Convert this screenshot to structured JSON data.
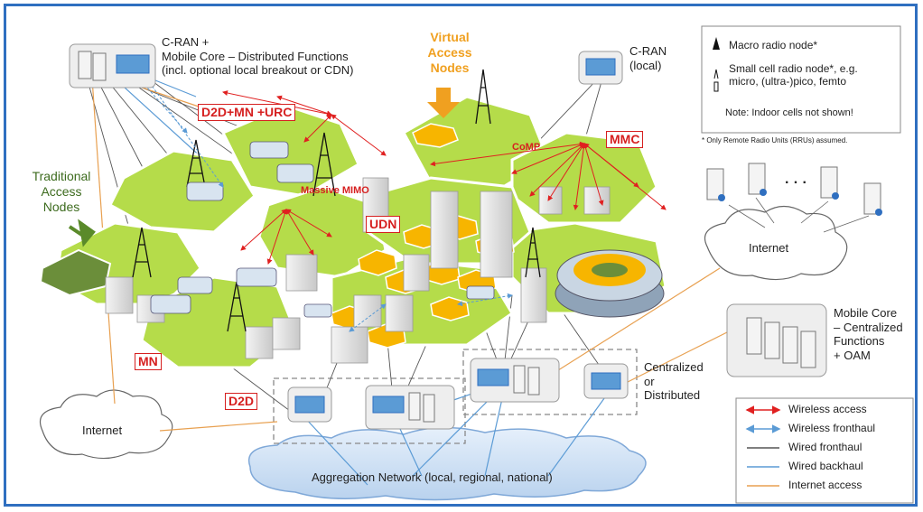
{
  "labels": {
    "cran_central": "C-RAN +\nMobile Core – Distributed Functions\n(incl. optional local breakout or CDN)",
    "virtual_access": "Virtual\nAccess\nNodes",
    "cran_local": "C-RAN\n(local)",
    "traditional": "Traditional\nAccess\nNodes",
    "d2d_mn_urc": "D2D+MN\n+URC",
    "mmc": "MMC",
    "comp": "CoMP",
    "massive_mimo": "Massive\nMIMO",
    "udn": "UDN",
    "mn": "MN",
    "d2d": "D2D",
    "internet_right": "Internet",
    "internet_left": "Internet",
    "mobile_core": "Mobile Core\n– Centralized\nFunctions\n+ OAM",
    "centralized": "Centralized\nor\nDistributed",
    "aggregation": "Aggregation Network (local, regional, national)",
    "dots": "· · ·",
    "rru_note": "* Only Remote Radio Units (RRUs) assumed."
  },
  "node_legend": {
    "macro": "Macro radio node*",
    "small": "Small cell radio node*, e.g.\nmicro, (ultra-)pico, femto",
    "note": "Note:  Indoor cells not shown!"
  },
  "link_legend": [
    {
      "label": "Wireless access",
      "color": "#e02020",
      "style": "double-arrow"
    },
    {
      "label": "Wireless fronthaul",
      "color": "#5b9bd5",
      "style": "double-arrow"
    },
    {
      "label": "Wired fronthaul",
      "color": "#555555",
      "style": "line"
    },
    {
      "label": "Wired backhaul",
      "color": "#5b9bd5",
      "style": "line"
    },
    {
      "label": "Internet access",
      "color": "#e8a050",
      "style": "line"
    }
  ],
  "colors": {
    "cell_green": "#b5dc4a",
    "cell_stroke": "#ffffff",
    "yellow_cell": "#f7b500",
    "border": "#2f6fc0",
    "red": "#d62020",
    "orange": "#f0a020"
  }
}
